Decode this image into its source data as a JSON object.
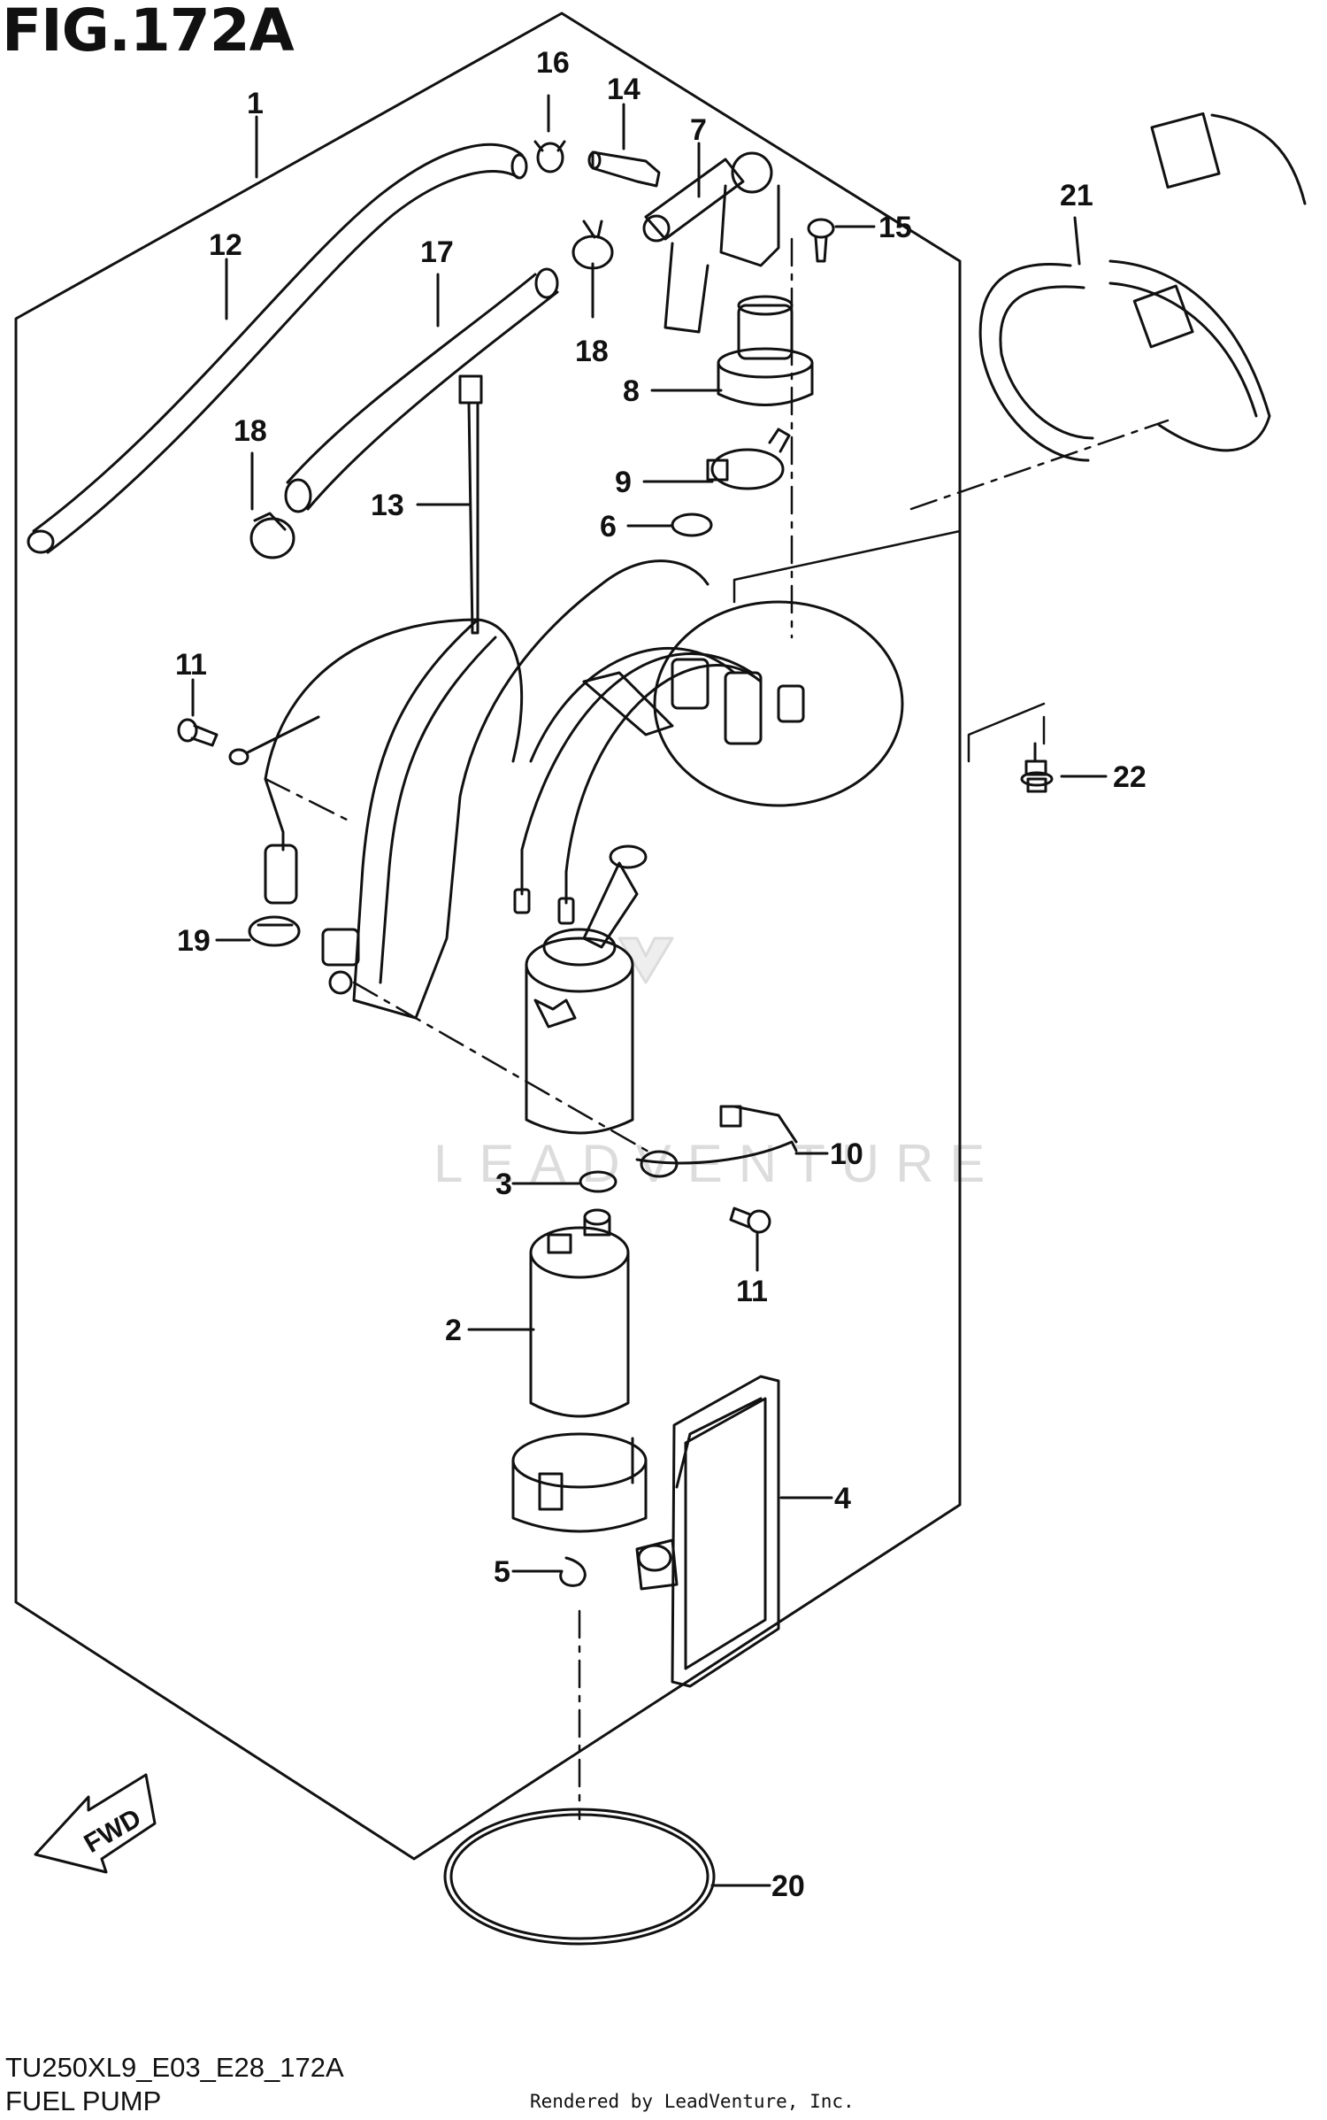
{
  "figure": {
    "title": "FIG.172A",
    "model_code": "TU250XL9_E03_E28_172A",
    "caption": "FUEL PUMP",
    "credit": "Rendered by LeadVenture, Inc."
  },
  "watermark": "LEADVENTURE",
  "fwd_label": "FWD",
  "part_labels": [
    {
      "id": "1",
      "text": "1"
    },
    {
      "id": "12",
      "text": "12"
    },
    {
      "id": "16",
      "text": "16"
    },
    {
      "id": "14",
      "text": "14"
    },
    {
      "id": "7",
      "text": "7"
    },
    {
      "id": "17",
      "text": "17"
    },
    {
      "id": "15",
      "text": "15"
    },
    {
      "id": "21",
      "text": "21"
    },
    {
      "id": "18a",
      "text": "18"
    },
    {
      "id": "18b",
      "text": "18"
    },
    {
      "id": "8",
      "text": "8"
    },
    {
      "id": "13",
      "text": "13"
    },
    {
      "id": "9",
      "text": "9"
    },
    {
      "id": "6",
      "text": "6"
    },
    {
      "id": "11a",
      "text": "11"
    },
    {
      "id": "22",
      "text": "22"
    },
    {
      "id": "19",
      "text": "19"
    },
    {
      "id": "10",
      "text": "10"
    },
    {
      "id": "3",
      "text": "3"
    },
    {
      "id": "11b",
      "text": "11"
    },
    {
      "id": "2",
      "text": "2"
    },
    {
      "id": "4",
      "text": "4"
    },
    {
      "id": "5",
      "text": "5"
    },
    {
      "id": "20",
      "text": "20"
    }
  ],
  "colors": {
    "line": "#111111",
    "watermark": "#dcdcdc",
    "background": "#ffffff"
  }
}
